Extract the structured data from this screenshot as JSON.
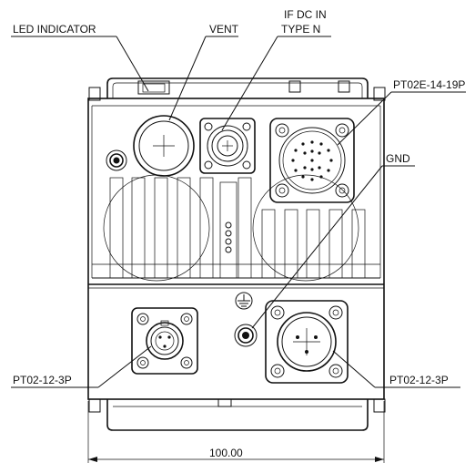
{
  "labels": {
    "led_indicator": "LED INDICATOR",
    "vent": "VENT",
    "if_dc_in_line1": "IF DC IN",
    "if_dc_in_line2": "TYPE N",
    "pt02e_14_19p": "PT02E-14-19P",
    "gnd": "GND",
    "pt02_12_3p_left": "PT02-12-3P",
    "pt02_12_3p_right": "PT02-12-3P",
    "dimension_width": "100.00"
  }
}
